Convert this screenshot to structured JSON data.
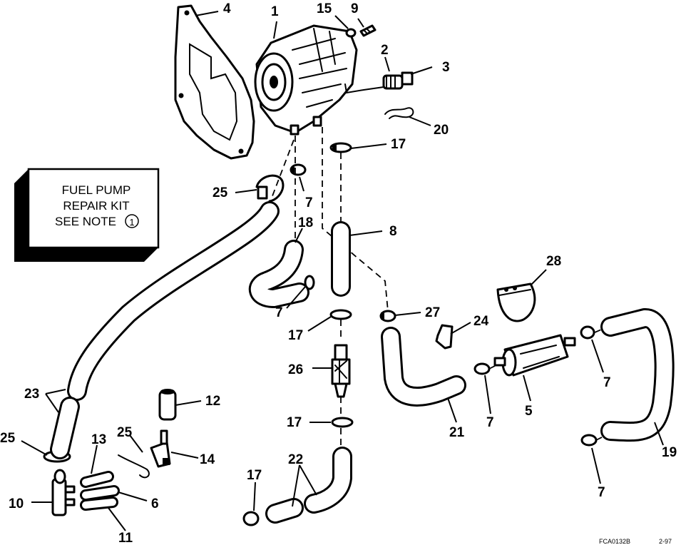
{
  "kit_note": {
    "line1": "FUEL PUMP",
    "line2": "REPAIR KIT",
    "line3": "SEE NOTE",
    "note_ref": "1"
  },
  "callouts": {
    "c1": "1",
    "c2": "2",
    "c3": "3",
    "c4": "4",
    "c5": "5",
    "c6": "6",
    "c7a": "7",
    "c7b": "7",
    "c7c": "7",
    "c7d": "7",
    "c7e": "7",
    "c8": "8",
    "c9": "9",
    "c10": "10",
    "c11": "11",
    "c12": "12",
    "c13": "13",
    "c14": "14",
    "c15": "15",
    "c17a": "17",
    "c17b": "17",
    "c17c": "17",
    "c17d": "17",
    "c18": "18",
    "c19": "19",
    "c20": "20",
    "c21": "21",
    "c22": "22",
    "c23": "23",
    "c24": "24",
    "c25a": "25",
    "c25b": "25",
    "c25c": "25",
    "c26": "26",
    "c27": "27",
    "c28": "28"
  },
  "footer": {
    "figure_id": "FCA0132B",
    "date": "2-97"
  }
}
